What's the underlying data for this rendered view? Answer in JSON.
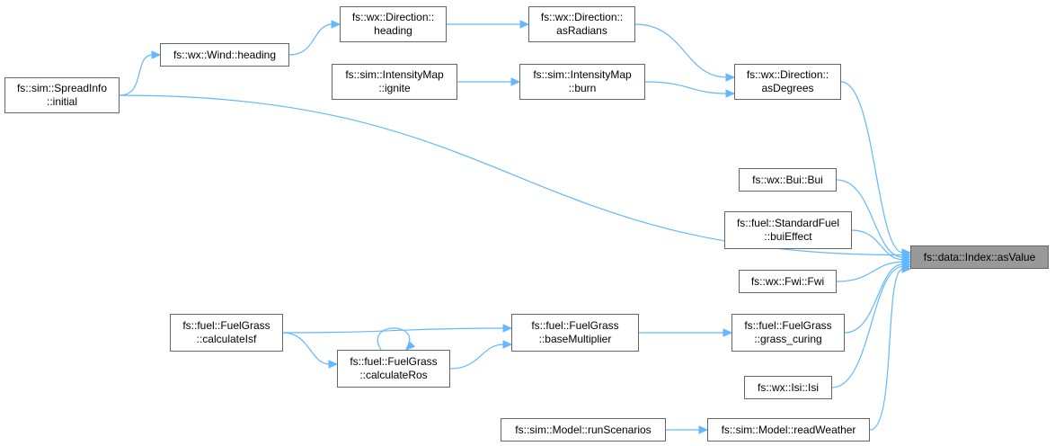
{
  "graph": {
    "edge_color": "#63b8ff",
    "current_fill": "#999999",
    "node_border": "#666666",
    "nodes": {
      "as_value": {
        "lines": [
          "fs::data::Index::asValue"
        ],
        "current": true
      },
      "as_degrees": {
        "lines": [
          "fs::wx::Direction::",
          "asDegrees"
        ]
      },
      "as_radians": {
        "lines": [
          "fs::wx::Direction::",
          "asRadians"
        ]
      },
      "heading_dir": {
        "lines": [
          "fs::wx::Direction::",
          "heading"
        ]
      },
      "wind_heading": {
        "lines": [
          "fs::wx::Wind::heading"
        ]
      },
      "spread_initial": {
        "lines": [
          "fs::sim::SpreadInfo",
          "::initial"
        ]
      },
      "im_ignite": {
        "lines": [
          "fs::sim::IntensityMap",
          "::ignite"
        ]
      },
      "im_burn": {
        "lines": [
          "fs::sim::IntensityMap",
          "::burn"
        ]
      },
      "bui": {
        "lines": [
          "fs::wx::Bui::Bui"
        ]
      },
      "bui_effect": {
        "lines": [
          "fs::fuel::StandardFuel",
          "::buiEffect"
        ]
      },
      "fwi": {
        "lines": [
          "fs::wx::Fwi::Fwi"
        ]
      },
      "grass_curing": {
        "lines": [
          "fs::fuel::FuelGrass",
          "::grass_curing"
        ]
      },
      "base_multiplier": {
        "lines": [
          "fs::fuel::FuelGrass",
          "::baseMultiplier"
        ]
      },
      "calc_isf": {
        "lines": [
          "fs::fuel::FuelGrass",
          "::calculateIsf"
        ]
      },
      "calc_ros": {
        "lines": [
          "fs::fuel::FuelGrass",
          "::calculateRos"
        ]
      },
      "isi": {
        "lines": [
          "fs::wx::Isi::Isi"
        ]
      },
      "read_weather": {
        "lines": [
          "fs::sim::Model::readWeather"
        ]
      },
      "run_scenarios": {
        "lines": [
          "fs::sim::Model::runScenarios"
        ]
      }
    },
    "edges": [
      {
        "from": "as_degrees",
        "to": "as_value"
      },
      {
        "from": "spread_initial",
        "to": "as_value"
      },
      {
        "from": "bui",
        "to": "as_value"
      },
      {
        "from": "bui_effect",
        "to": "as_value"
      },
      {
        "from": "fwi",
        "to": "as_value"
      },
      {
        "from": "grass_curing",
        "to": "as_value"
      },
      {
        "from": "isi",
        "to": "as_value"
      },
      {
        "from": "read_weather",
        "to": "as_value"
      },
      {
        "from": "as_radians",
        "to": "as_degrees"
      },
      {
        "from": "im_burn",
        "to": "as_degrees"
      },
      {
        "from": "heading_dir",
        "to": "as_radians"
      },
      {
        "from": "wind_heading",
        "to": "heading_dir"
      },
      {
        "from": "spread_initial",
        "to": "wind_heading"
      },
      {
        "from": "im_ignite",
        "to": "im_burn"
      },
      {
        "from": "base_multiplier",
        "to": "grass_curing"
      },
      {
        "from": "calc_isf",
        "to": "base_multiplier"
      },
      {
        "from": "calc_ros",
        "to": "base_multiplier"
      },
      {
        "from": "calc_isf",
        "to": "calc_ros"
      },
      {
        "from": "calc_ros",
        "to": "calc_ros"
      },
      {
        "from": "run_scenarios",
        "to": "read_weather"
      }
    ]
  }
}
